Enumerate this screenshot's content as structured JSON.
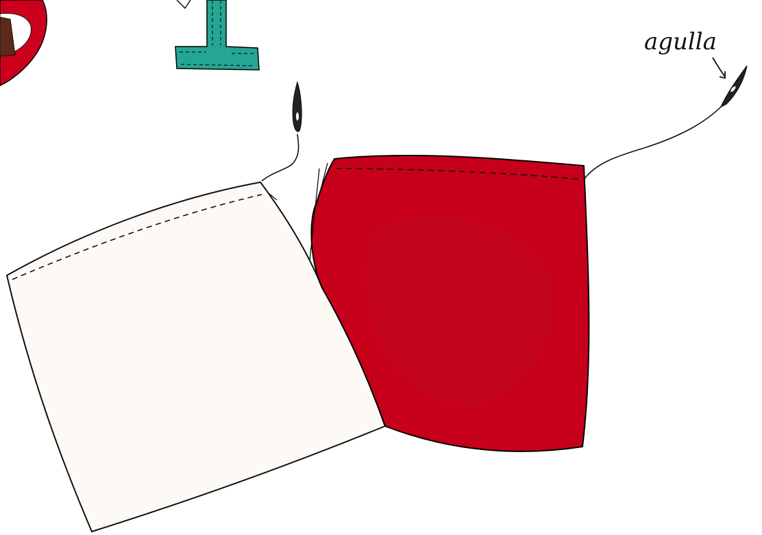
{
  "annotation": {
    "needle_label": "agulla"
  },
  "colors": {
    "red_fabric": "#d90f24",
    "red_fabric_dark": "#b90c1d",
    "white_fabric": "#fdfaf6",
    "teal_piece": "#2bb5a0",
    "outline": "#111111",
    "top_left_red": "#de1020",
    "top_left_brown": "#5a2a1a"
  },
  "icons": [
    "needle-icon",
    "arrow-icon",
    "teal-t-shape",
    "thread"
  ]
}
